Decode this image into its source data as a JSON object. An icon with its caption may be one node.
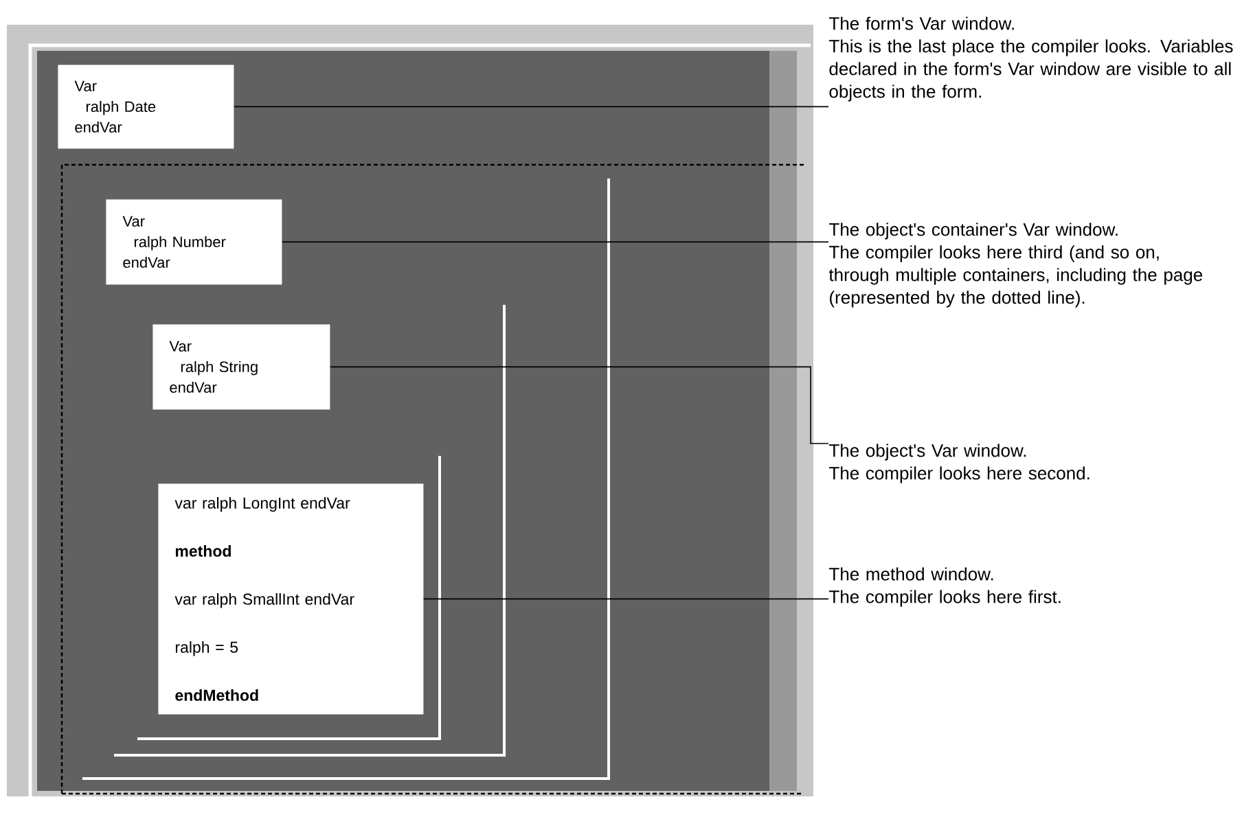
{
  "diagram": {
    "nodes": [
      {
        "text": [
          "Var",
          "ralph Date",
          "endVar"
        ]
      },
      {
        "text": [
          "The form's Var window.",
          "This is the last place the compiler looks. Variables declared in the form's Var window are visible to all objects in the form."
        ]
      },
      {
        "text": [
          "Var",
          "ralph Number",
          "endVar"
        ]
      },
      {
        "text": [
          "The object's container's Var window.",
          "The compiler looks here third (and so on, through multiple containers, including the page (represented by the dotted line)."
        ]
      },
      {
        "text": [
          "Var",
          "ralph String",
          "endVar"
        ]
      },
      {
        "text": [
          "The object's Var window.",
          "The compiler looks here second."
        ]
      },
      {
        "text": [
          "var ralph LongInt endVar",
          "method",
          "var ralph SmallInt endVar",
          "ralph = 5",
          "endMethod"
        ]
      },
      {
        "text": [
          "The method window.",
          "The compiler looks here first."
        ]
      }
    ],
    "edges": [
      {
        "from": 1,
        "to": 0,
        "arrow": "none"
      },
      {
        "from": 3,
        "to": 2,
        "arrow": "none"
      },
      {
        "from": 5,
        "to": 4,
        "arrow": "none"
      },
      {
        "from": 7,
        "to": 6,
        "arrow": "none"
      }
    ]
  }
}
